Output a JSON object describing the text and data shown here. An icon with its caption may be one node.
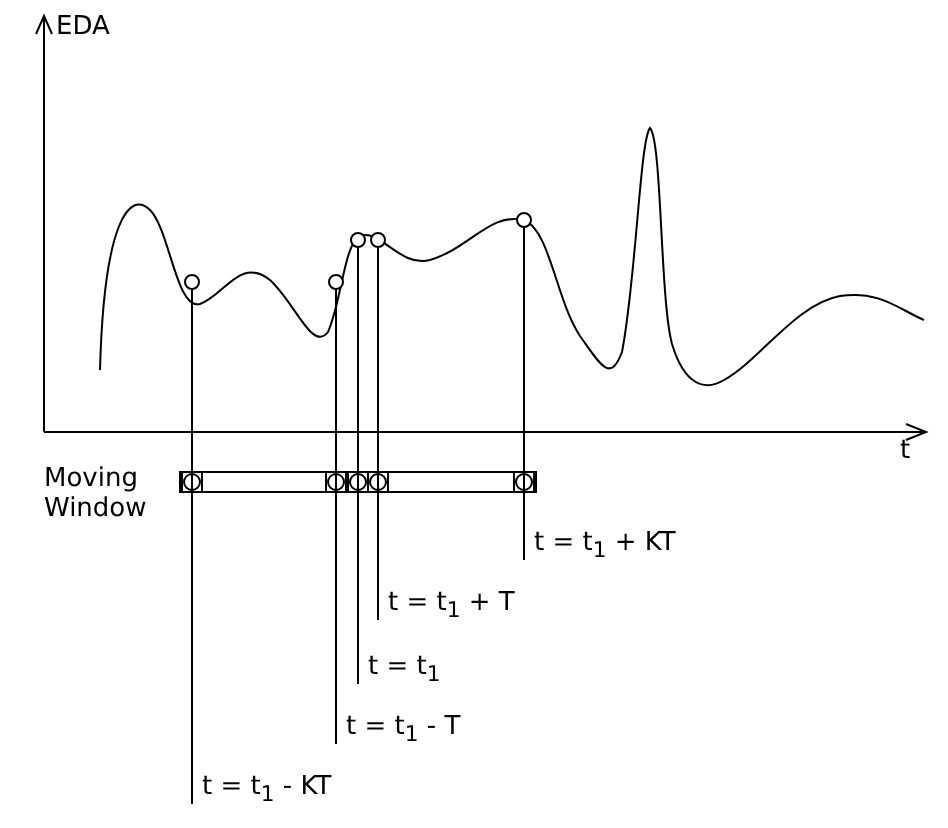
{
  "diagram": {
    "nodes": [
      {
        "text": [],
        "shape": "circle"
      },
      {
        "text": [],
        "shape": "circle"
      },
      {
        "text": [],
        "shape": "circle"
      },
      {
        "text": [],
        "shape": "circle"
      },
      {
        "text": [],
        "shape": "circle"
      },
      {
        "text": [
          "t = t$_{1}$ + KT"
        ]
      },
      {
        "text": [
          "t = t$_{1}$ + T"
        ]
      },
      {
        "text": [
          "t = t$_{1}$"
        ]
      },
      {
        "text": [
          "t = t$_{1}$ - T"
        ]
      },
      {
        "text": [
          "t = t$_{1}$ - KT"
        ]
      }
    ],
    "edges": [
      {
        "from": 5,
        "to": 4,
        "arrow": "none"
      },
      {
        "from": 6,
        "to": 3,
        "arrow": "none"
      },
      {
        "from": 7,
        "to": 2,
        "arrow": "none"
      },
      {
        "from": 8,
        "to": 1,
        "arrow": "none"
      },
      {
        "from": 9,
        "to": 0,
        "arrow": "none"
      }
    ],
    "labels": [
      "EDA",
      "t",
      "Moving Window"
    ]
  }
}
